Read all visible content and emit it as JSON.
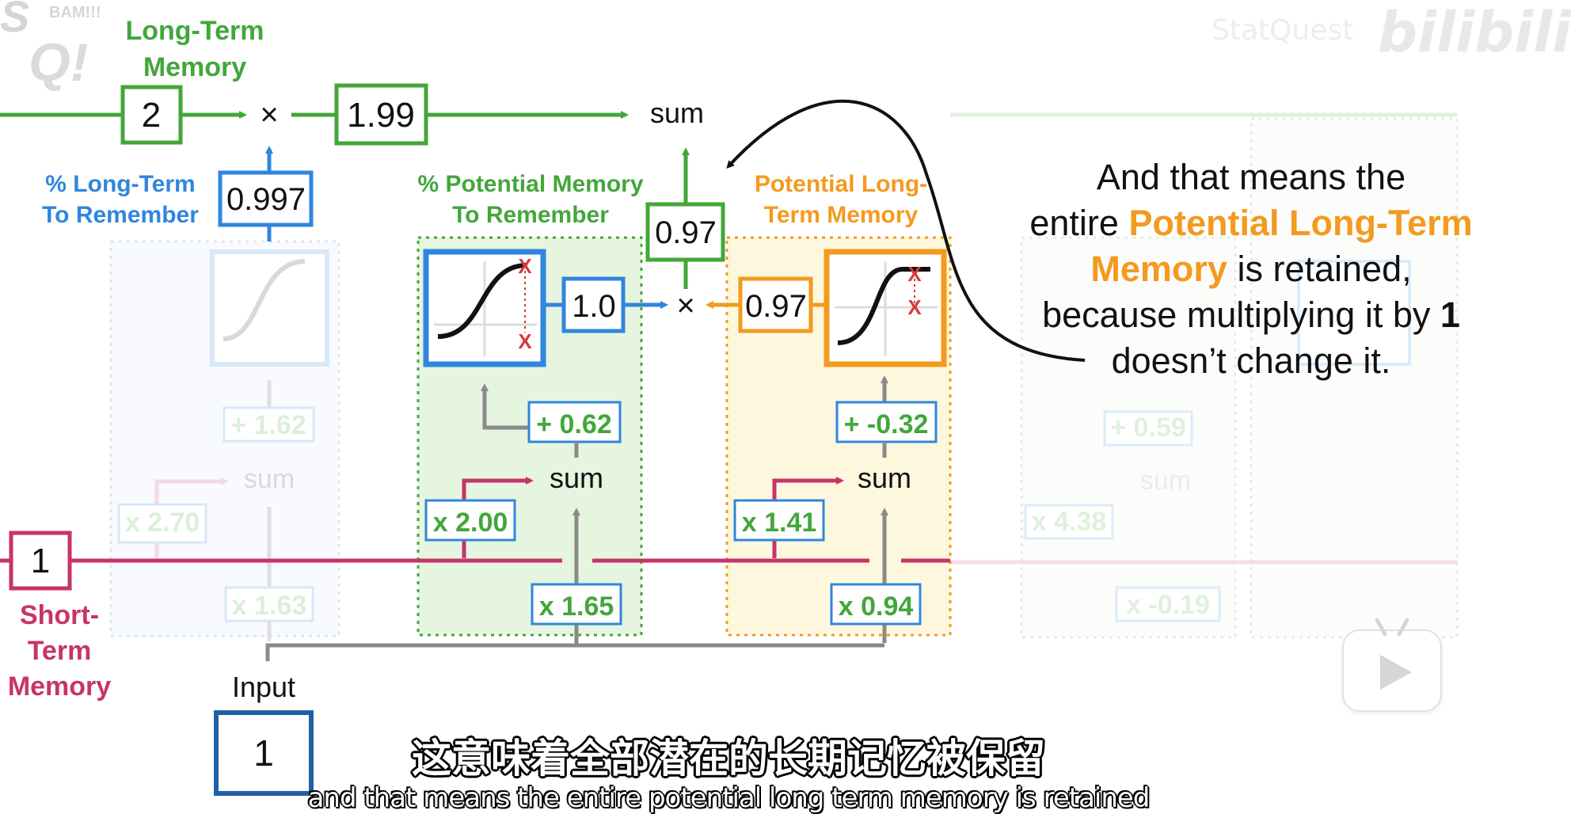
{
  "logo": {
    "text": "BAM!!!"
  },
  "watermark": {
    "text": "StatQuest",
    "brand": "bilibili"
  },
  "long_term": {
    "label_line1": "Long-Term",
    "label_line2": "Memory",
    "value": "2",
    "times": "×",
    "result": "1.99",
    "sum": "sum"
  },
  "short_term": {
    "value": "1",
    "label_line1": "Short-",
    "label_line2": "Term",
    "label_line3": "Memory"
  },
  "input": {
    "label": "Input",
    "value": "1"
  },
  "forget_gate": {
    "label_line1": "% Long-Term",
    "label_line2": "To Remember",
    "output": "0.997",
    "bias": "+ 1.62",
    "sum": "sum",
    "w_short": "x 2.70",
    "w_input": "x 1.63"
  },
  "input_gate": {
    "label_line1": "% Potential Memory",
    "label_line2": "To Remember",
    "output": "1.0",
    "bias": "+ 0.62",
    "sum": "sum",
    "w_short": "x 2.00",
    "w_input": "x 1.65",
    "times": "×",
    "product": "0.97"
  },
  "candidate": {
    "label_line1": "Potential Long-",
    "label_line2": "Term Memory",
    "output": "0.97",
    "bias": "+ -0.32",
    "sum": "sum",
    "w_short": "x 1.41",
    "w_input": "x 0.94"
  },
  "output_gate": {
    "bias": "+ 0.59",
    "sum": "sum",
    "w_short": "x 4.38",
    "w_input": "x -0.19"
  },
  "explanation": {
    "p1": "And that means the",
    "p2": "entire ",
    "highlight": "Potential Long-Term Memory",
    "p3": " is retained, because multiplying it by ",
    "bold_num": "1",
    "p4": " doesn’t change it."
  },
  "subtitles": {
    "cn": "这意味着全部潜在的长期记忆被保留",
    "en": "and that means the entire potential long term memory is retained"
  },
  "colors": {
    "green": "#43a63a",
    "blue": "#2f86de",
    "orange": "#f39a1f",
    "magenta": "#c8336a",
    "gray": "#8a8a8a",
    "darkblue": "#1f5fa8"
  }
}
